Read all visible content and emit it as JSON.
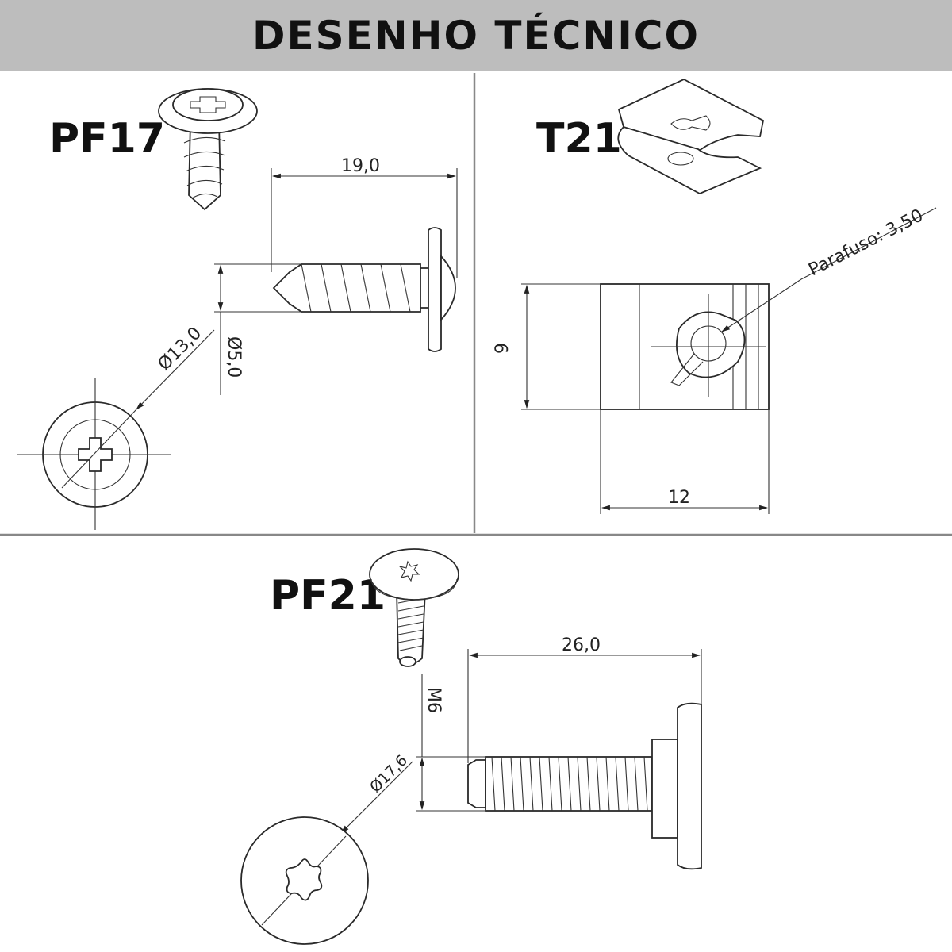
{
  "title": "DESENHO TÉCNICO",
  "pf17": {
    "code": "PF17",
    "length": "19,0",
    "head_diameter": "Ø13,0",
    "shank_diameter": "Ø5,0"
  },
  "t21": {
    "code": "T21",
    "screw_label": "Parafuso: 3,50",
    "height": "9",
    "width": "12"
  },
  "pf21": {
    "code": "PF21",
    "length": "26,0",
    "thread": "M6",
    "head_diameter": "Ø17,6"
  }
}
